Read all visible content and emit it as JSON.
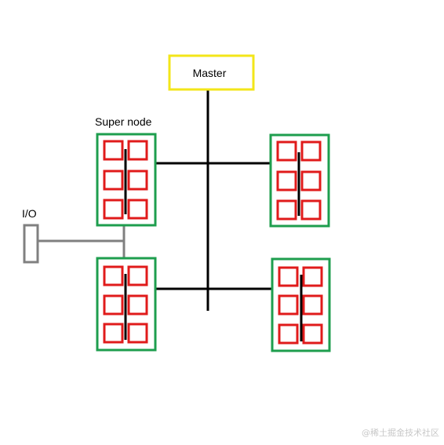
{
  "labels": {
    "master": "Master",
    "super_node": "Super node",
    "io": "I/O"
  },
  "watermark": "@稀土掘金技术社区",
  "colors": {
    "master_border": "#f3e619",
    "node_border": "#1e9e4e",
    "cell_border": "#e01b1b",
    "bus": "#000000",
    "io": "#7f7f7f"
  }
}
